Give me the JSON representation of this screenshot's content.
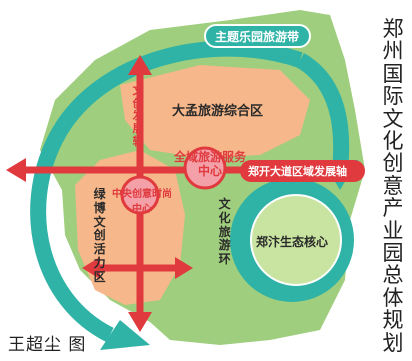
{
  "figure": {
    "vertical_title": "郑州国际文化创意产业园总体规划",
    "credit": "王超尘 图"
  },
  "labels": {
    "theme_park_belt": "主题乐园旅游带",
    "dameng_zone": "大孟旅游综合区",
    "green_expo_zone": "绿博文创活力区",
    "ring": "文化旅游环",
    "ecology_core": "郑汴生态核心",
    "zhengkai_axis": "郑开大道区域发展轴",
    "culture_axis": "文创发展轴",
    "service_center": "全域旅游服务中心",
    "fashion_center": "中央创意时尚中心"
  },
  "colors": {
    "land": "#9fce7e",
    "zone_orange": "#f6b78a",
    "ring_teal": "#2fb3a6",
    "axis_red": "#e03a3e",
    "core_green": "#c9e4a0"
  }
}
